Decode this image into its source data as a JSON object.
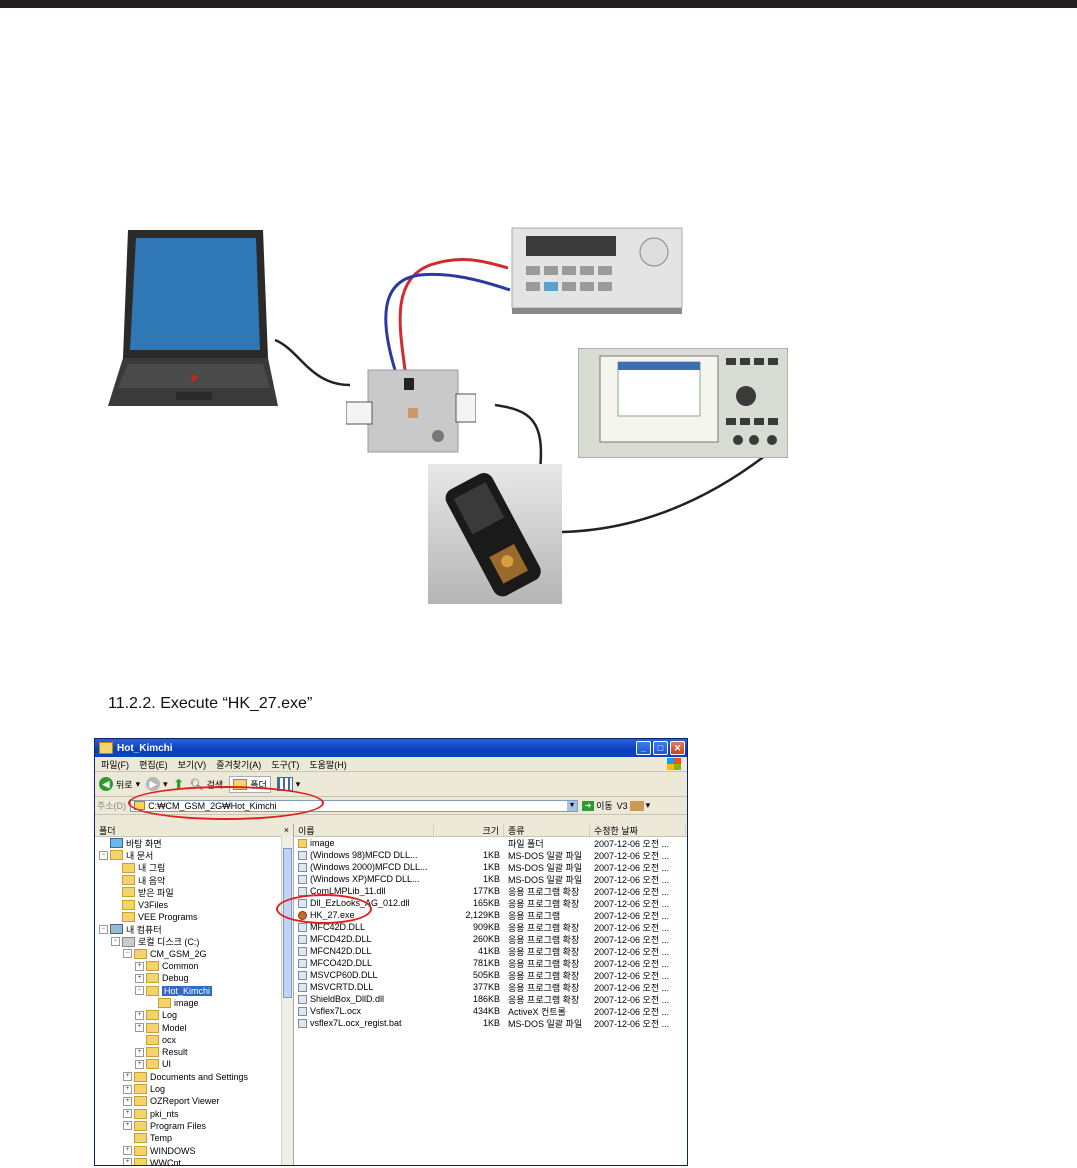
{
  "heading": "11.2.2. Execute “HK_27.exe”",
  "window": {
    "title": "Hot_Kimchi",
    "menus": [
      "파일(F)",
      "편집(E)",
      "보기(V)",
      "즐겨찾기(A)",
      "도구(T)",
      "도움말(H)"
    ],
    "toolbar": {
      "back": "뒤로",
      "search": "검색",
      "folders": "폴더"
    },
    "address_label": "주소(D)",
    "address": "C:₩CM_GSM_2G₩Hot_Kimchi",
    "go": "이동",
    "v3": "V3",
    "tree_header": "폴더",
    "tree_close": "×",
    "tree": [
      {
        "label": "바탕 화면",
        "level": 0,
        "pm": "",
        "icon": "desk"
      },
      {
        "label": "내 문서",
        "level": 0,
        "pm": "-",
        "icon": "folder"
      },
      {
        "label": "내 그림",
        "level": 1,
        "pm": "",
        "icon": "folder"
      },
      {
        "label": "내 음악",
        "level": 1,
        "pm": "",
        "icon": "folder"
      },
      {
        "label": "받은 파일",
        "level": 1,
        "pm": "",
        "icon": "folder"
      },
      {
        "label": "V3Files",
        "level": 1,
        "pm": "",
        "icon": "folder"
      },
      {
        "label": "VEE Programs",
        "level": 1,
        "pm": "",
        "icon": "folder"
      },
      {
        "label": "내 컴퓨터",
        "level": 0,
        "pm": "-",
        "icon": "pc"
      },
      {
        "label": "로컬 디스크 (C:)",
        "level": 1,
        "pm": "-",
        "icon": "drive"
      },
      {
        "label": "CM_GSM_2G",
        "level": 2,
        "pm": "-",
        "icon": "folder"
      },
      {
        "label": "Common",
        "level": 3,
        "pm": "+",
        "icon": "folder"
      },
      {
        "label": "Debug",
        "level": 3,
        "pm": "+",
        "icon": "folder"
      },
      {
        "label": "Hot_Kimchi",
        "level": 3,
        "pm": "-",
        "icon": "folder",
        "selected": true
      },
      {
        "label": "image",
        "level": 4,
        "pm": "",
        "icon": "folder"
      },
      {
        "label": "Log",
        "level": 3,
        "pm": "+",
        "icon": "folder"
      },
      {
        "label": "Model",
        "level": 3,
        "pm": "+",
        "icon": "folder"
      },
      {
        "label": "ocx",
        "level": 3,
        "pm": "",
        "icon": "folder"
      },
      {
        "label": "Result",
        "level": 3,
        "pm": "+",
        "icon": "folder"
      },
      {
        "label": "UI",
        "level": 3,
        "pm": "+",
        "icon": "folder"
      },
      {
        "label": "Documents and Settings",
        "level": 2,
        "pm": "+",
        "icon": "folder"
      },
      {
        "label": "Log",
        "level": 2,
        "pm": "+",
        "icon": "folder"
      },
      {
        "label": "OZReport Viewer",
        "level": 2,
        "pm": "+",
        "icon": "folder"
      },
      {
        "label": "pki_nts",
        "level": 2,
        "pm": "+",
        "icon": "folder"
      },
      {
        "label": "Program Files",
        "level": 2,
        "pm": "+",
        "icon": "folder"
      },
      {
        "label": "Temp",
        "level": 2,
        "pm": "",
        "icon": "folder"
      },
      {
        "label": "WINDOWS",
        "level": 2,
        "pm": "+",
        "icon": "folder"
      },
      {
        "label": "WWCnt",
        "level": 2,
        "pm": "+",
        "icon": "folder"
      }
    ],
    "columns": [
      "이름",
      "크기",
      "종류",
      "수정한 날짜"
    ],
    "files": [
      {
        "name": "image",
        "size": "",
        "type": "파일 폴더",
        "date": "2007-12-06 오전 ...",
        "icon": "folder"
      },
      {
        "name": "(Windows 98)MFCD DLL...",
        "size": "1KB",
        "type": "MS-DOS 일괄 파일",
        "date": "2007-12-06 오전 ...",
        "icon": "file"
      },
      {
        "name": "(Windows 2000)MFCD DLL...",
        "size": "1KB",
        "type": "MS-DOS 일괄 파일",
        "date": "2007-12-06 오전 ...",
        "icon": "file"
      },
      {
        "name": "(Windows XP)MFCD DLL...",
        "size": "1KB",
        "type": "MS-DOS 일괄 파일",
        "date": "2007-12-06 오전 ...",
        "icon": "file"
      },
      {
        "name": "ComLMPLib_11.dll",
        "size": "177KB",
        "type": "응용 프로그램 확장",
        "date": "2007-12-06 오전 ...",
        "icon": "file"
      },
      {
        "name": "Dll_EzLooks_AG_012.dll",
        "size": "165KB",
        "type": "응용 프로그램 확장",
        "date": "2007-12-06 오전 ...",
        "icon": "file"
      },
      {
        "name": "HK_27.exe",
        "size": "2,129KB",
        "type": "응용 프로그램",
        "date": "2007-12-06 오전 ...",
        "icon": "exe"
      },
      {
        "name": "MFC42D.DLL",
        "size": "909KB",
        "type": "응용 프로그램 확장",
        "date": "2007-12-06 오전 ...",
        "icon": "file"
      },
      {
        "name": "MFCD42D.DLL",
        "size": "260KB",
        "type": "응용 프로그램 확장",
        "date": "2007-12-06 오전 ...",
        "icon": "file"
      },
      {
        "name": "MFCN42D.DLL",
        "size": "41KB",
        "type": "응용 프로그램 확장",
        "date": "2007-12-06 오전 ...",
        "icon": "file"
      },
      {
        "name": "MFCO42D.DLL",
        "size": "781KB",
        "type": "응용 프로그램 확장",
        "date": "2007-12-06 오전 ...",
        "icon": "file"
      },
      {
        "name": "MSVCP60D.DLL",
        "size": "505KB",
        "type": "응용 프로그램 확장",
        "date": "2007-12-06 오전 ...",
        "icon": "file"
      },
      {
        "name": "MSVCRTD.DLL",
        "size": "377KB",
        "type": "응용 프로그램 확장",
        "date": "2007-12-06 오전 ...",
        "icon": "file"
      },
      {
        "name": "ShieldBox_DllD.dll",
        "size": "186KB",
        "type": "응용 프로그램 확장",
        "date": "2007-12-06 오전 ...",
        "icon": "file"
      },
      {
        "name": "Vsflex7L.ocx",
        "size": "434KB",
        "type": "ActiveX 컨트롤",
        "date": "2007-12-06 오전 ...",
        "icon": "file"
      },
      {
        "name": "vsflex7L.ocx_regist.bat",
        "size": "1KB",
        "type": "MS-DOS 일괄 파일",
        "date": "2007-12-06 오전 ...",
        "icon": "file"
      }
    ]
  },
  "colors": {
    "highlight_ring": "#e02020",
    "cable_red": "#d42a2a",
    "cable_blue": "#2a3aa0",
    "xp_blue": "#0a3fc0"
  }
}
